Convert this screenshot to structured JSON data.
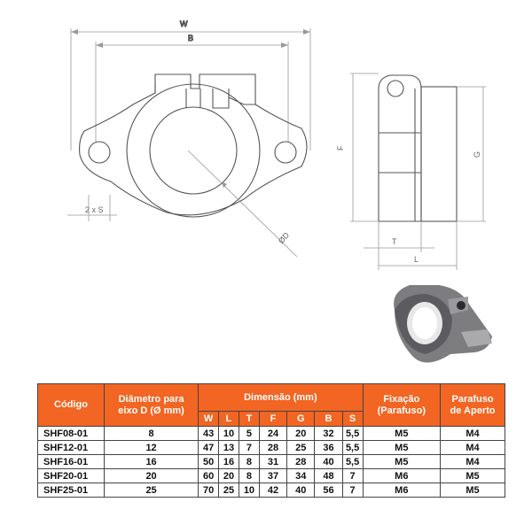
{
  "drawing": {
    "front_view": {
      "dim_W": "W",
      "dim_B": "B",
      "dim_2xS": "2 x S",
      "dim_D": "ØD"
    },
    "side_view": {
      "dim_F": "F",
      "dim_G": "G",
      "dim_T": "T",
      "dim_L": "L"
    }
  },
  "table": {
    "headers": {
      "codigo": "Código",
      "diametro_line1": "Diâmetro para",
      "diametro_line2": "eixo D (Ø mm)",
      "dimensao": "Dimensão (mm)",
      "fixacao_line1": "Fixação",
      "fixacao_line2": "(Parafuso)",
      "parafuso_line1": "Parafuso",
      "parafuso_line2": "de Aperto"
    },
    "dim_columns": [
      "W",
      "L",
      "T",
      "F",
      "G",
      "B",
      "S"
    ],
    "rows": [
      {
        "code": "SHF08-01",
        "d": "8",
        "W": "43",
        "L": "10",
        "T": "5",
        "F": "24",
        "G": "20",
        "B": "32",
        "S": "5,5",
        "fix": "M5",
        "screw": "M4"
      },
      {
        "code": "SHF12-01",
        "d": "12",
        "W": "47",
        "L": "13",
        "T": "7",
        "F": "28",
        "G": "25",
        "B": "36",
        "S": "5,5",
        "fix": "M5",
        "screw": "M4"
      },
      {
        "code": "SHF16-01",
        "d": "16",
        "W": "50",
        "L": "16",
        "T": "8",
        "F": "31",
        "G": "28",
        "B": "40",
        "S": "5,5",
        "fix": "M5",
        "screw": "M4"
      },
      {
        "code": "SHF20-01",
        "d": "20",
        "W": "60",
        "L": "20",
        "T": "8",
        "F": "37",
        "G": "34",
        "B": "48",
        "S": "7",
        "fix": "M6",
        "screw": "M5"
      },
      {
        "code": "SHF25-01",
        "d": "25",
        "W": "70",
        "L": "25",
        "T": "10",
        "F": "42",
        "G": "40",
        "B": "56",
        "S": "7",
        "fix": "M6",
        "screw": "M5"
      }
    ]
  }
}
